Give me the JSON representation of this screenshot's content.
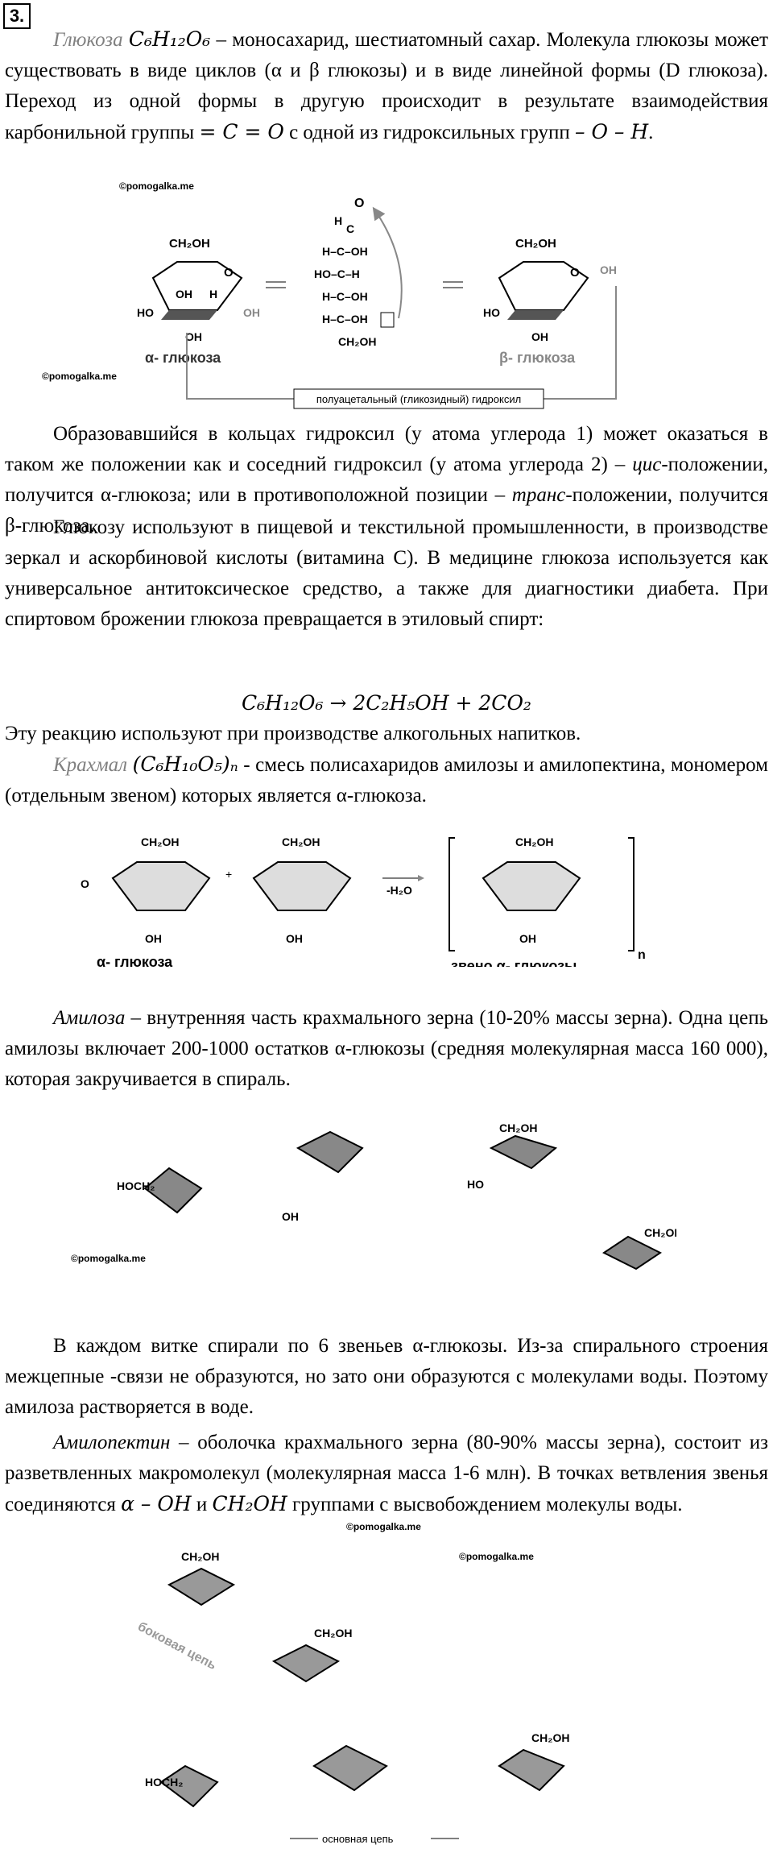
{
  "task_number": "3.",
  "watermark": "©pomogalka.me",
  "glucose": {
    "term": "Глюкоза",
    "formula": "C₆H₁₂O₆",
    "text1": " – моносахарид, шестиатомный сахар. Молекула глюкозы может существовать в виде циклов (α и β глюкозы) и в виде линейной формы (D глюкоза). Переход из одной формы в другую происходит в результате взаимодействия карбонильной группы ",
    "carbonyl": "= C = O",
    "text2": " с одной из гидроксильных групп ",
    "hydroxyl": "– O – H",
    "text3": "."
  },
  "figure1": {
    "alpha_label": "α- глюкоза",
    "beta_label": "β- глюкоза",
    "hydroxyl_caption": "полуацетальный (гликозидный) гидроксил",
    "ch2oh": "CH₂OH",
    "oh": "OH",
    "ho": "HO",
    "h": "H",
    "o": "O",
    "c": "C",
    "chain": [
      "H–C–OH",
      "HO–C–H",
      "H–C–OH",
      "H–C–OH",
      "CH₂OH"
    ]
  },
  "para2": {
    "text1": "Образовавшийся в кольцах гидроксил (у атома углерода 1) может оказаться в таком же положении как и соседний гидроксил (у атома углерода 2) – ",
    "cis": "цис",
    "text2": "-положении, получится α-глюкоза; или в противоположной позиции – ",
    "trans": "транс",
    "text3": "-положении, получится β-глюкоза."
  },
  "para3": "Глюкозу используют в пищевой и текстильной промышленности, в производстве зеркал и аскорбиновой кислоты (витамина C). В медицине глюкоза используется как универсальное антитоксическое средство, а также для диагностики диабета. При спиртовом брожении глюкоза превращается в этиловый спирт:",
  "equation": "C₆H₁₂O₆ → 2C₂H₅OH + 2CO₂",
  "para4": "Эту реакцию используют при производстве алкогольных напитков.",
  "starch": {
    "term": "Крахмал",
    "formula": "(C₆H₁₀O₅)ₙ",
    "text": "  - смесь полисахаридов амилозы и амилопектина, мономером (отдельным звеном) которых является α-глюкоза."
  },
  "figure2": {
    "alpha_label": "α- глюкоза",
    "unit_label": "звено  α- глюкозы",
    "water": "-H₂O",
    "n": "n",
    "plus": "+"
  },
  "amylose": {
    "term": "Амилоза",
    "text": " – внутренняя часть крахмального зерна (10-20% массы зерна). Одна цепь амилозы  включает 200-1000 остатков α-глюкозы (средняя молекулярная масса 160 000), которая закручивается в спираль."
  },
  "para6": "В каждом витке спирали по 6 звеньев α-глюкозы. Из-за спирального строения межцепные -связи не образуются, но зато они образуются с молекулами воды. Поэтому амилоза растворяется в воде.",
  "amylopectin": {
    "term": "Амилопектин",
    "text1": " – оболочка крахмального зерна (80-90% массы зерна), состоит из разветвленных макромолекул (молекулярная масса 1-6 млн). В точках ветвления звенья соединяются ",
    "group1": "α – OH",
    "text2": " и ",
    "group2": "CH₂OH",
    "text3": " группами с высвобождением молекулы воды."
  },
  "figure4": {
    "side_chain": "боковая цепь",
    "main_chain": "основная цепь",
    "hoch2": "HOCH₂"
  }
}
